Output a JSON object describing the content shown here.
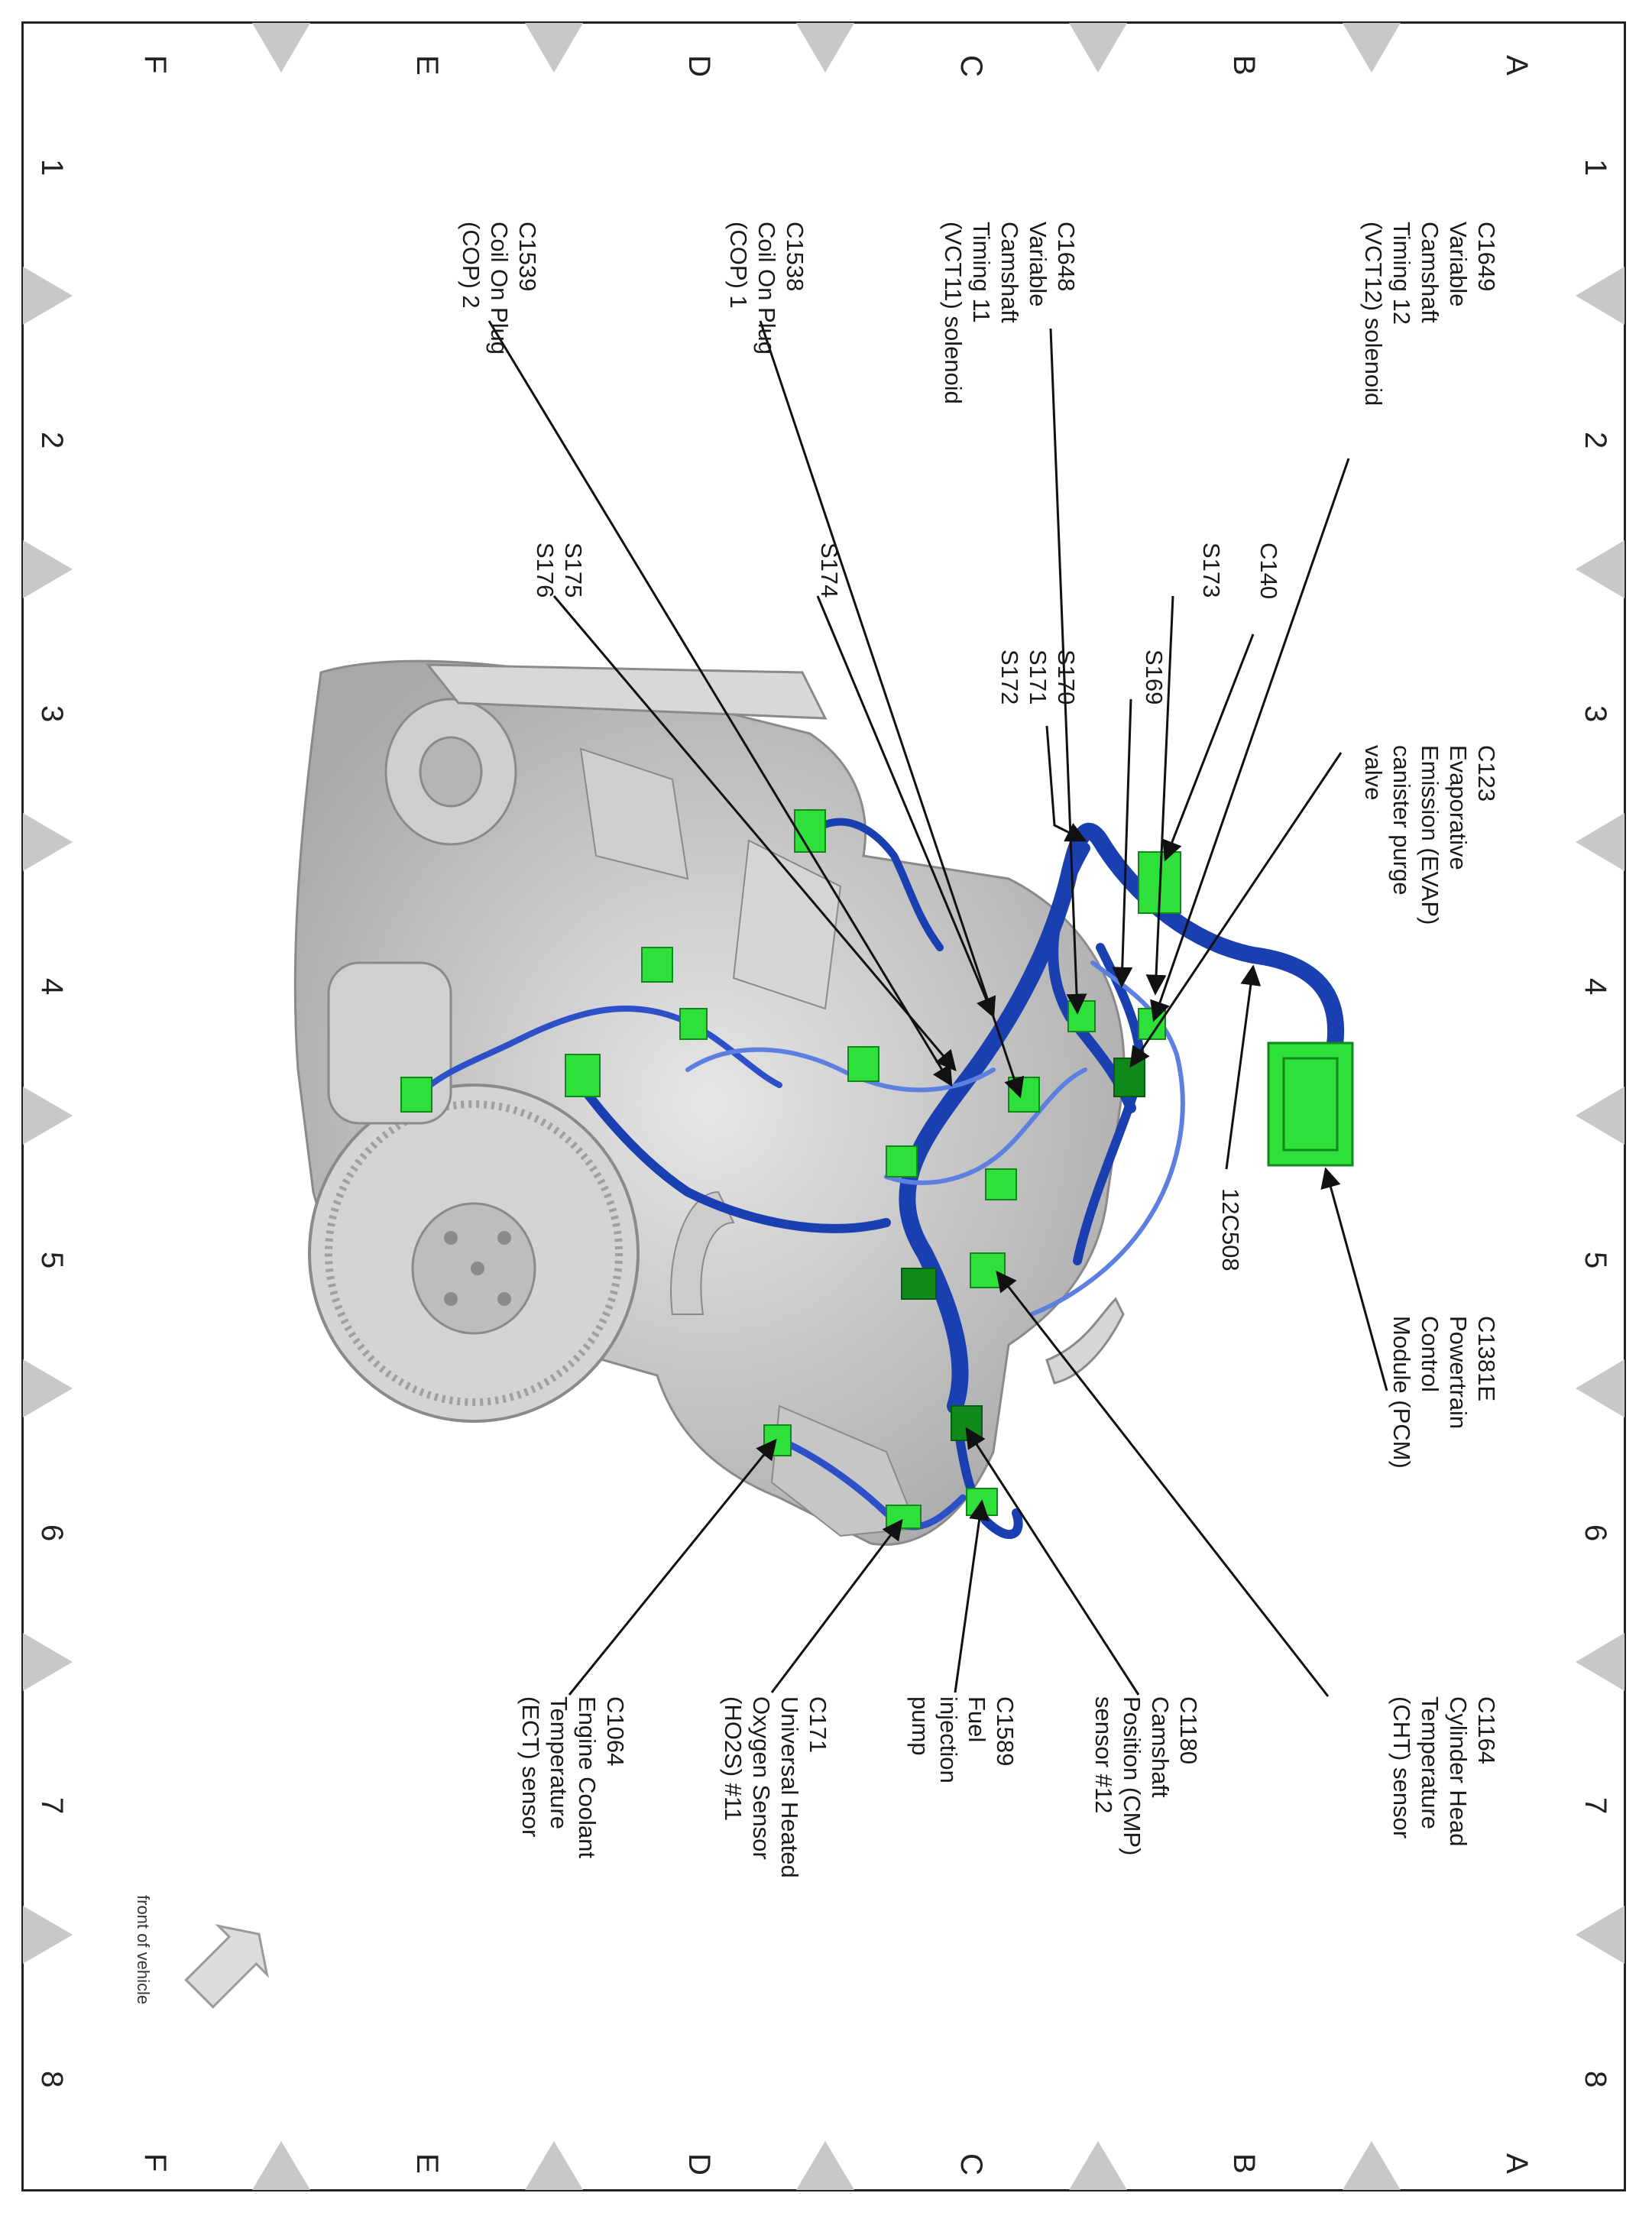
{
  "grid": {
    "rows": [
      "A",
      "B",
      "C",
      "D",
      "E",
      "F"
    ],
    "cols": [
      "1",
      "2",
      "3",
      "4",
      "5",
      "6",
      "7",
      "8"
    ]
  },
  "labels": {
    "c1649": [
      "C1649",
      "Variable",
      "Camshaft",
      "Timing 12",
      "(VCT12) solenoid"
    ],
    "c123": [
      "C123",
      "Evaporative",
      "Emission (EVAP)",
      "canister purge",
      "valve"
    ],
    "c1381e": [
      "C1381E",
      "Powertrain",
      "Control",
      "Module (PCM)"
    ],
    "c1164": [
      "C1164",
      "Cylinder Head",
      "Temperature",
      "(CHT) sensor"
    ],
    "c140": [
      "C140"
    ],
    "s173": [
      "S173"
    ],
    "s169": [
      "S169"
    ],
    "harness": [
      "12C508"
    ],
    "c1648": [
      "C1648",
      "Variable",
      "Camshaft",
      "Timing 11",
      "(VCT11) solenoid"
    ],
    "s170": [
      "S170",
      "S171",
      "S172"
    ],
    "c1180": [
      "C1180",
      "Camshaft",
      "Position (CMP)",
      "sensor #12"
    ],
    "c1538": [
      "C1538",
      "Coil On Plug",
      "(COP) 1"
    ],
    "s174": [
      "S174"
    ],
    "c1589": [
      "C1589",
      "Fuel",
      "injection",
      "pump"
    ],
    "c171": [
      "C171",
      "Universal Heated",
      "Oxygen Sensor",
      "(HO2S) #11"
    ],
    "c1539": [
      "C1539",
      "Coil On Plug",
      "(COP) 2"
    ],
    "s175": [
      "S175",
      "S176"
    ],
    "c1064": [
      "C1064",
      "Engine Coolant",
      "Temperature",
      "(ECT) sensor"
    ]
  },
  "front_label": "front of vehicle",
  "colors": {
    "harness": "#1a3fb0",
    "harness_light": "#5d7fe0",
    "connector": "#2fe03a",
    "connector_dark": "#0f8a1a",
    "engine": "#c9c9c9",
    "engine_dark": "#9a9a9a",
    "grid_marker": "#c8c8c8"
  }
}
